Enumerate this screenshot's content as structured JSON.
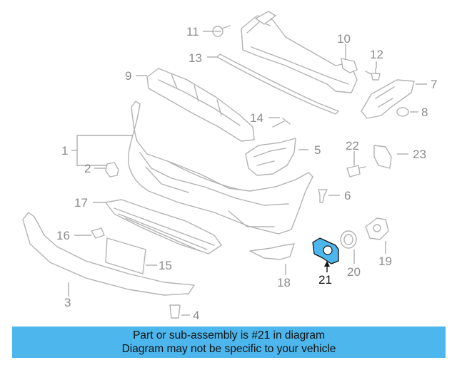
{
  "highlight_part": "21",
  "highlight_color": "#4db6ec",
  "callouts": [
    "1",
    "2",
    "3",
    "4",
    "5",
    "6",
    "7",
    "8",
    "9",
    "10",
    "11",
    "12",
    "13",
    "14",
    "15",
    "16",
    "17",
    "18",
    "19",
    "20",
    "21",
    "22",
    "23"
  ],
  "banner": {
    "line1": "Part or sub-assembly is #21 in diagram",
    "line2": "Diagram may not be specific to your vehicle"
  }
}
